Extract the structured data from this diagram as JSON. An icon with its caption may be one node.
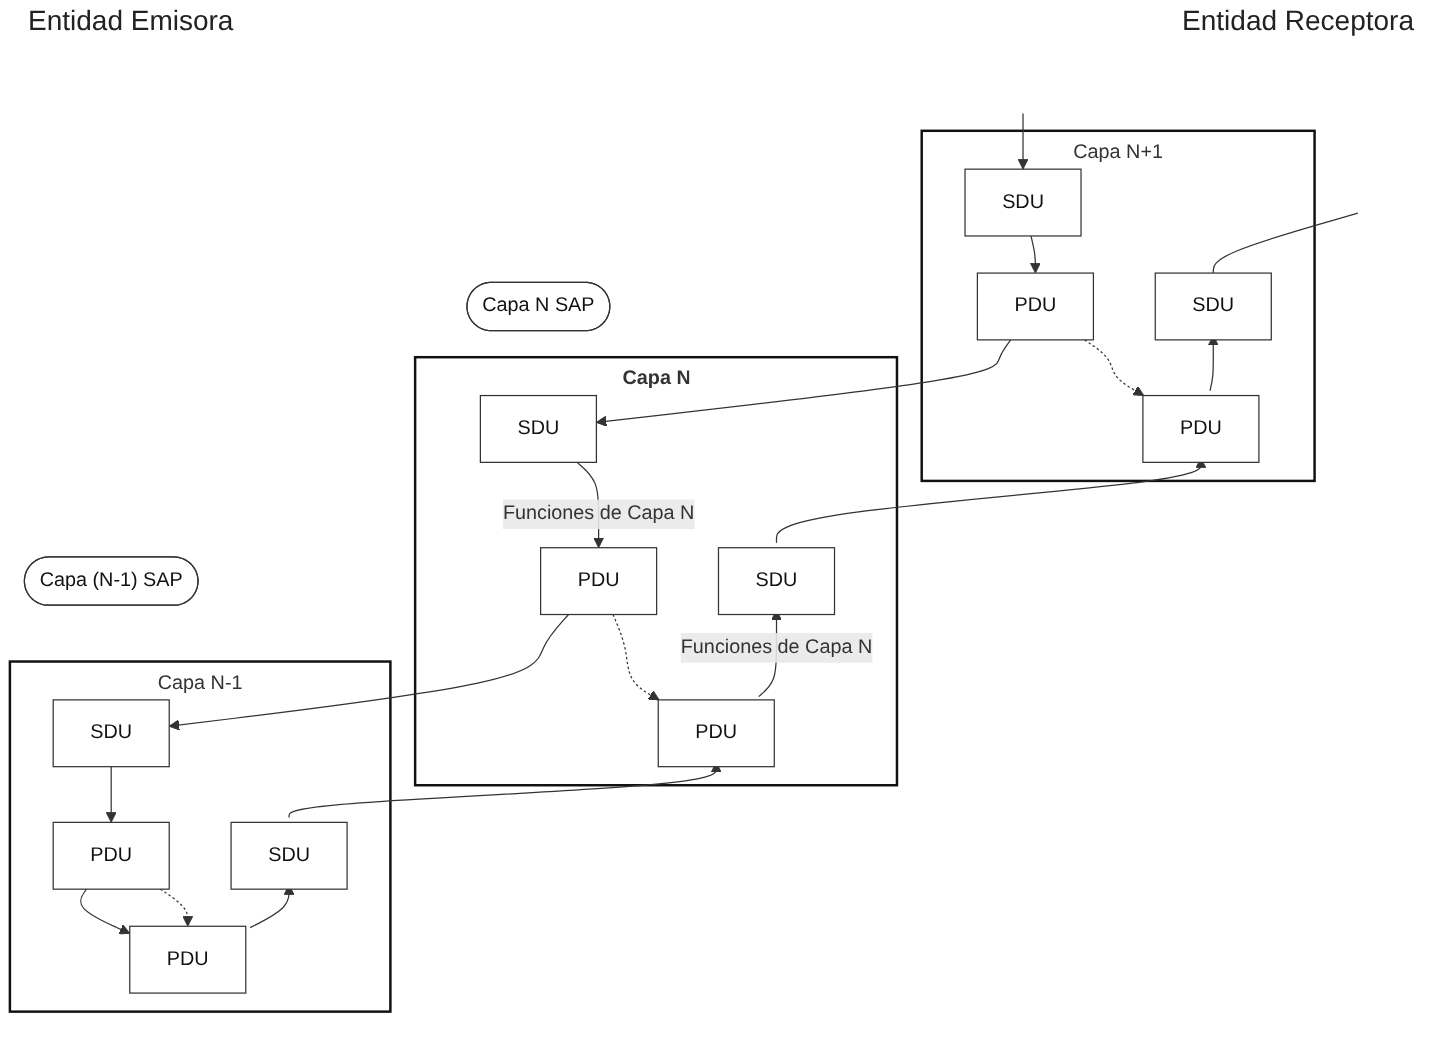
{
  "diagram": {
    "nodes": [
      {
        "text": [
          "Capa N+1"
        ]
      },
      {
        "text": [
          "SDU"
        ],
        "in": 0
      },
      {
        "text": [
          "SDU"
        ],
        "in": 0
      },
      {
        "text": [
          "PDU"
        ],
        "in": 0
      },
      {
        "text": [
          "PDU"
        ],
        "in": 0
      },
      {
        "text": [
          "Capa  N  SAP"
        ]
      },
      {
        "text": [
          "Capa N"
        ]
      },
      {
        "text": [
          "SDU"
        ],
        "in": 6
      },
      {
        "text": [
          "SDU"
        ],
        "in": 6
      },
      {
        "text": [
          "PDU"
        ],
        "in": 6
      },
      {
        "text": [
          "PDU"
        ],
        "in": 6
      },
      {
        "text": [
          "Capa  (N-1) SAP"
        ]
      },
      {
        "text": [
          "Capa N-1"
        ]
      },
      {
        "text": [
          "SDU"
        ],
        "in": 12
      },
      {
        "text": [
          "SDU"
        ],
        "in": 12
      },
      {
        "text": [
          "PDU"
        ],
        "in": 12
      },
      {
        "text": [
          "PDU"
        ],
        "in": 12
      }
    ],
    "edges": [
      {
        "from": null,
        "to": 1,
        "arrow": "to"
      },
      {
        "from": 2,
        "to": null,
        "arrow": "none"
      },
      {
        "from": 1,
        "to": 3,
        "arrow": "to"
      },
      {
        "from": 3,
        "to": 4,
        "arrow": "to",
        "style": "dashed"
      },
      {
        "from": 4,
        "to": 2,
        "arrow": "to"
      },
      {
        "from": 3,
        "to": 7,
        "arrow": "to"
      },
      {
        "from": 8,
        "to": 4,
        "arrow": "to"
      },
      {
        "from": 7,
        "to": 9,
        "arrow": "to",
        "label": "Funciones de Capa N"
      },
      {
        "from": 9,
        "to": 10,
        "arrow": "to",
        "style": "dashed"
      },
      {
        "from": 10,
        "to": 8,
        "arrow": "to",
        "label": "Funciones de Capa N"
      },
      {
        "from": 9,
        "to": 13,
        "arrow": "to"
      },
      {
        "from": 14,
        "to": 10,
        "arrow": "to"
      },
      {
        "from": 13,
        "to": 15,
        "arrow": "to"
      },
      {
        "from": 15,
        "to": 16,
        "arrow": "to",
        "style": "dashed"
      },
      {
        "from": 16,
        "to": 14,
        "arrow": "to"
      },
      {
        "from": 15,
        "to": 16,
        "arrow": "to"
      }
    ],
    "labels": [
      "Entidad Emisora",
      "Entidad Receptora"
    ]
  }
}
